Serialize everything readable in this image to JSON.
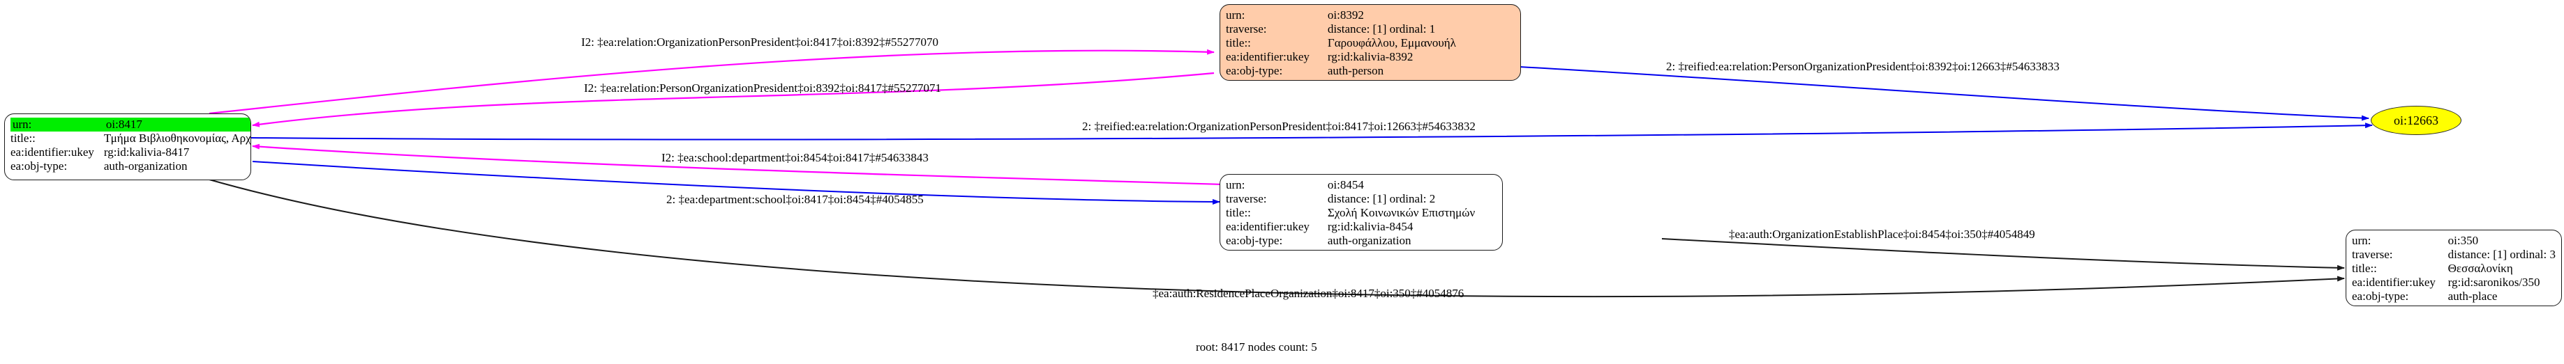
{
  "graph": {
    "caption": "root: 8417 nodes count: 5",
    "colors": {
      "highlight_green": "#00ee00",
      "person_orange": "#ffccaa",
      "ref_yellow": "#ffff00",
      "edge_magenta": "#ff00ff",
      "edge_blue": "#0000ee",
      "edge_black": "#1a1a1a"
    }
  },
  "nodes": {
    "org8417": {
      "id": "oi:8417",
      "shape": "record",
      "fill": "white",
      "highlight_row": 0,
      "rows": [
        {
          "key": "urn:",
          "value": "oi:8417"
        },
        {
          "key": "title::",
          "value": "Τμήμα Βιβλιοθηκονομίας, Αρχειονομίας και  Συστημάτων Πληρο…"
        },
        {
          "key": "ea:identifier:ukey",
          "value": "rg:id:kalivia-8417"
        },
        {
          "key": "ea:obj-type:",
          "value": "auth-organization"
        }
      ]
    },
    "person8392": {
      "id": "oi:8392",
      "shape": "record",
      "fill": "#ffccaa",
      "rows": [
        {
          "key": "urn:",
          "value": "oi:8392"
        },
        {
          "key": "traverse:",
          "value": "distance: [1]     ordinal: 1"
        },
        {
          "key": "title::",
          "value": "Γαρουφάλλου, Εμμανουήλ"
        },
        {
          "key": "ea:identifier:ukey",
          "value": "rg:id:kalivia-8392"
        },
        {
          "key": "ea:obj-type:",
          "value": "auth-person"
        }
      ]
    },
    "org8454": {
      "id": "oi:8454",
      "shape": "record",
      "fill": "white",
      "rows": [
        {
          "key": "urn:",
          "value": "oi:8454"
        },
        {
          "key": "traverse:",
          "value": "distance: [1]     ordinal: 2"
        },
        {
          "key": "title::",
          "value": "Σχολή Κοινωνικών Επιστημών"
        },
        {
          "key": "ea:identifier:ukey",
          "value": "rg:id:kalivia-8454"
        },
        {
          "key": "ea:obj-type:",
          "value": "auth-organization"
        }
      ]
    },
    "place350": {
      "id": "oi:350",
      "shape": "record",
      "fill": "white",
      "rows": [
        {
          "key": "urn:",
          "value": "oi:350"
        },
        {
          "key": "traverse:",
          "value": "distance: [1]     ordinal: 3"
        },
        {
          "key": "title::",
          "value": "Θεσσαλονίκη"
        },
        {
          "key": "ea:identifier:ukey",
          "value": "rg:id:saronikos/350"
        },
        {
          "key": "ea:obj-type:",
          "value": "auth-place"
        }
      ]
    },
    "ref12663": {
      "id": "oi:12663",
      "shape": "ellipse",
      "fill": "#ffff00",
      "label": "oi:12663"
    }
  },
  "edges": [
    {
      "name": "edge-org-person-president",
      "label": "I2: ‡ea:relation:OrganizationPersonPresident‡oi:8417‡oi:8392‡#55277070",
      "color": "#ff00ff",
      "from": "oi:8417",
      "to": "oi:8392"
    },
    {
      "name": "edge-person-org-president",
      "label": "I2: ‡ea:relation:PersonOrganizationPresident‡oi:8392‡oi:8417‡#55277071",
      "color": "#ff00ff",
      "from": "oi:8392",
      "to": "oi:8417"
    },
    {
      "name": "edge-reified-person-org-president",
      "label": "2: ‡reified:ea:relation:PersonOrganizationPresident‡oi:8392‡oi:12663‡#54633833",
      "color": "#0000ee",
      "from": "oi:8392",
      "to": "oi:12663"
    },
    {
      "name": "edge-reified-org-person-president",
      "label": "2: ‡reified:ea:relation:OrganizationPersonPresident‡oi:8417‡oi:12663‡#54633832",
      "color": "#0000ee",
      "from": "oi:8417",
      "to": "oi:12663"
    },
    {
      "name": "edge-school-department",
      "label": "I2: ‡ea:school:department‡oi:8454‡oi:8417‡#54633843",
      "color": "#ff00ff",
      "from": "oi:8454",
      "to": "oi:8417"
    },
    {
      "name": "edge-department-school",
      "label": "2: ‡ea:department:school‡oi:8417‡oi:8454‡#4054855",
      "color": "#0000ee",
      "from": "oi:8417",
      "to": "oi:8454"
    },
    {
      "name": "edge-organization-establish-place",
      "label": "‡ea:auth:OrganizationEstablishPlace‡oi:8454‡oi:350‡#4054849",
      "color": "#1a1a1a",
      "from": "oi:8454",
      "to": "oi:350"
    },
    {
      "name": "edge-residence-place-organization",
      "label": "‡ea:auth:ResidencePlaceOrganization‡oi:8417‡oi:350‡#4054876",
      "color": "#1a1a1a",
      "from": "oi:8417",
      "to": "oi:350"
    }
  ]
}
